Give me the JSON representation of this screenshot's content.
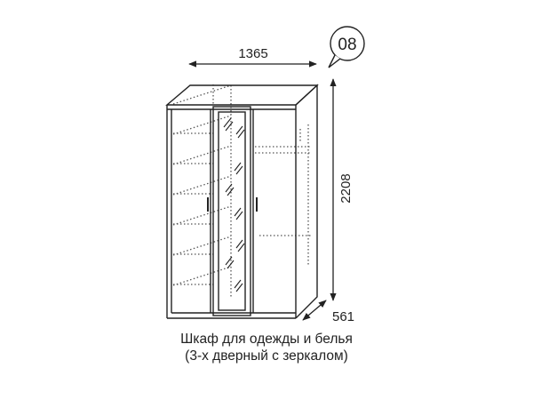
{
  "diagram": {
    "badge_number": "08",
    "width_label": "1365",
    "height_label": "2208",
    "depth_label": "561"
  },
  "caption": {
    "line1": "Шкаф для одежды и белья",
    "line2": "(3-х дверный с зеркалом)"
  },
  "colors": {
    "line": "#222222",
    "hidden_line": "#555555"
  }
}
